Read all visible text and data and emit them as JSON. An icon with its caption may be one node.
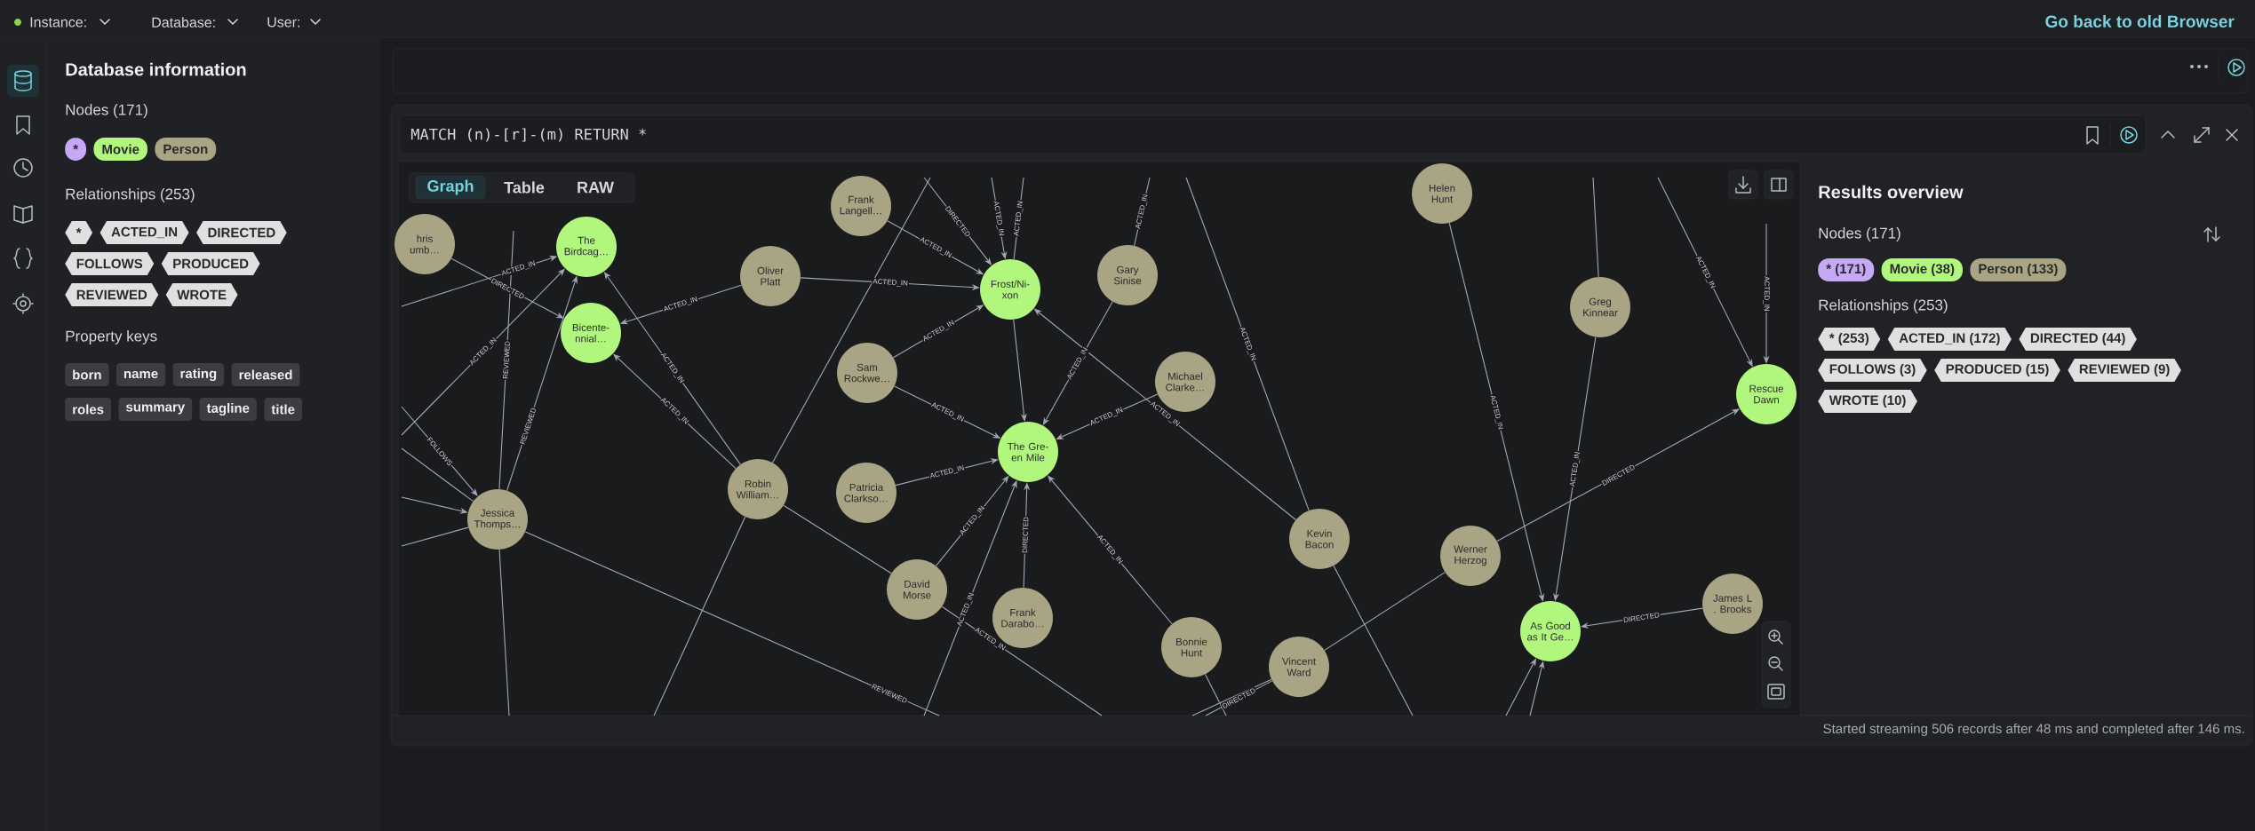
{
  "diagram": {
    "nodes": [
      {
        "text": [
          "hris umb…"
        ]
      },
      {
        "text": [
          "The Birdcag…"
        ]
      },
      {
        "text": [
          "Bicente- nnial…"
        ]
      },
      {
        "text": [
          "Frank Langell…"
        ]
      },
      {
        "text": [
          "Oliver Platt"
        ]
      },
      {
        "text": [
          "Frost/Ni- xon"
        ]
      },
      {
        "text": [
          "Gary Sinise"
        ]
      },
      {
        "text": [
          "Sam Rockwe…"
        ]
      },
      {
        "text": [
          "Michael Clarke…"
        ]
      },
      {
        "text": [
          "The Gre- en Mile"
        ]
      },
      {
        "text": [
          "Patricia Clarkso…"
        ]
      },
      {
        "text": [
          "Robin William…"
        ]
      },
      {
        "text": [
          "Jessica Thomps…"
        ]
      },
      {
        "text": [
          "David Morse"
        ]
      },
      {
        "text": [
          "Frank Darabo…"
        ]
      },
      {
        "text": [
          "Helen Hunt"
        ]
      },
      {
        "text": [
          "Greg Kinnear"
        ]
      },
      {
        "text": [
          "Rescue Dawn"
        ]
      },
      {
        "text": [
          "Kevin Bacon"
        ]
      },
      {
        "text": [
          "Werner Herzog"
        ]
      },
      {
        "text": [
          "As Good as It Ge…"
        ]
      },
      {
        "text": [
          "James L . Brooks"
        ]
      },
      {
        "text": [
          "Bonnie Hunt"
        ]
      },
      {
        "text": [
          "Vincent Ward"
        ]
      }
    ],
    "edges": [
      {
        "from": 0,
        "to": 2,
        "arrow": "to",
        "label": "DIRECTED"
      },
      {
        "from": null,
        "to": 1,
        "arrow": "to",
        "label": "ACTED_IN"
      },
      {
        "from": null,
        "to": 1,
        "arrow": "to",
        "label": "ACTED_IN"
      },
      {
        "from": 12,
        "to": 1,
        "arrow": "to",
        "label": "REVIEWED"
      },
      {
        "from": 12,
        "to": null,
        "arrow": "none",
        "label": "REVIEWED"
      },
      {
        "from": null,
        "to": 12,
        "arrow": "to",
        "label": "FOLLOWS"
      },
      {
        "from": null,
        "to": 12,
        "arrow": "to"
      },
      {
        "from": 12,
        "to": null,
        "arrow": "none"
      },
      {
        "from": 12,
        "to": null,
        "arrow": "none"
      },
      {
        "from": 12,
        "to": null,
        "arrow": "none"
      },
      {
        "from": 12,
        "to": null,
        "arrow": "none",
        "label": "REVIEWED"
      },
      {
        "from": 11,
        "to": 1,
        "arrow": "to",
        "label": "ACTED_IN"
      },
      {
        "from": 11,
        "to": 2,
        "arrow": "to",
        "label": "ACTED_IN"
      },
      {
        "from": 4,
        "to": 2,
        "arrow": "to",
        "label": "ACTED_IN"
      },
      {
        "from": 4,
        "to": 5,
        "arrow": "to",
        "label": "ACTED_IN"
      },
      {
        "from": 3,
        "to": 5,
        "arrow": "to",
        "label": "ACTED_IN"
      },
      {
        "from": null,
        "to": 5,
        "arrow": "to",
        "label": "DIRECTED"
      },
      {
        "from": null,
        "to": 5,
        "arrow": "to",
        "label": "ACTED_IN"
      },
      {
        "from": null,
        "to": 5,
        "arrow": "none",
        "label": "ACTED_IN"
      },
      {
        "from": 5,
        "to": 9,
        "arrow": "to"
      },
      {
        "from": 7,
        "to": 5,
        "arrow": "to",
        "label": "ACTED_IN"
      },
      {
        "from": 7,
        "to": 9,
        "arrow": "to",
        "label": "ACTED_IN"
      },
      {
        "from": 6,
        "to": 9,
        "arrow": "to",
        "label": "ACTED_IN"
      },
      {
        "from": 18,
        "to": 5,
        "arrow": "to",
        "label": "ACTED_IN"
      },
      {
        "from": 8,
        "to": 9,
        "arrow": "to",
        "label": "ACTED_IN"
      },
      {
        "from": 10,
        "to": 9,
        "arrow": "to",
        "label": "ACTED_IN"
      },
      {
        "from": 13,
        "to": 9,
        "arrow": "to",
        "label": "ACTED_IN"
      },
      {
        "from": 14,
        "to": 9,
        "arrow": "to",
        "label": "DIRECTED"
      },
      {
        "from": null,
        "to": 9,
        "arrow": "to",
        "label": "ACTED_IN"
      },
      {
        "from": 11,
        "to": 13,
        "arrow": "none"
      },
      {
        "from": 13,
        "to": null,
        "arrow": "none",
        "label": "ACTED_IN"
      },
      {
        "from": 11,
        "to": null,
        "arrow": "none"
      },
      {
        "from": 11,
        "to": null,
        "arrow": "none"
      },
      {
        "from": 22,
        "to": 9,
        "arrow": "to",
        "label": "ACTED_IN"
      },
      {
        "from": 22,
        "to": null,
        "arrow": "none"
      },
      {
        "from": 18,
        "to": null,
        "arrow": "none",
        "label": "ACTED_IN"
      },
      {
        "from": 18,
        "to": null,
        "arrow": "none"
      },
      {
        "from": 15,
        "to": 20,
        "arrow": "to",
        "label": "ACTED_IN"
      },
      {
        "from": 16,
        "to": 20,
        "arrow": "to",
        "label": "ACTED_IN"
      },
      {
        "from": 16,
        "to": null,
        "arrow": "none"
      },
      {
        "from": null,
        "to": 17,
        "arrow": "to",
        "label": "ACTED_IN"
      },
      {
        "from": null,
        "to": 17,
        "arrow": "to",
        "label": "ACTED_IN"
      },
      {
        "from": 19,
        "to": 17,
        "arrow": "to",
        "label": "DIRECTED"
      },
      {
        "from": 19,
        "to": 23,
        "arrow": "none"
      },
      {
        "from": 21,
        "to": 20,
        "arrow": "to",
        "label": "DIRECTED"
      },
      {
        "from": null,
        "to": 20,
        "arrow": "to"
      },
      {
        "from": null,
        "to": 20,
        "arrow": "to"
      },
      {
        "from": 23,
        "to": null,
        "arrow": "none"
      },
      {
        "from": 23,
        "to": null,
        "arrow": "none",
        "label": "DIRECTED"
      },
      {
        "from": 6,
        "to": null,
        "arrow": "none",
        "label": "ACTED_IN"
      }
    ],
    "labels": [
      "Instance:",
      "Database:",
      "User:",
      "Go back to old Browser",
      "Database information",
      "Nodes (171)",
      "*",
      "Movie",
      "Person",
      "Relationships (253)",
      "*",
      "ACTED_IN",
      "DIRECTED",
      "FOLLOWS",
      "PRODUCED",
      "REVIEWED",
      "WROTE",
      "Property keys",
      "born",
      "name",
      "rating",
      "released",
      "roles",
      "summary",
      "tagline",
      "title",
      "MATCH (n)-[r]-(m) RETURN *",
      "Graph",
      "Table",
      "RAW",
      "Results overview",
      "Nodes (171)",
      "* (171)",
      "Movie (38)",
      "Person (133)",
      "Relationships (253)",
      "* (253)",
      "ACTED_IN (172)",
      "DIRECTED (44)",
      "FOLLOWS (3)",
      "PRODUCED (15)",
      "REVIEWED (9)",
      "WROTE (10)",
      "Started streaming 506 records after 48 ms and completed after 146 ms."
    ]
  }
}
